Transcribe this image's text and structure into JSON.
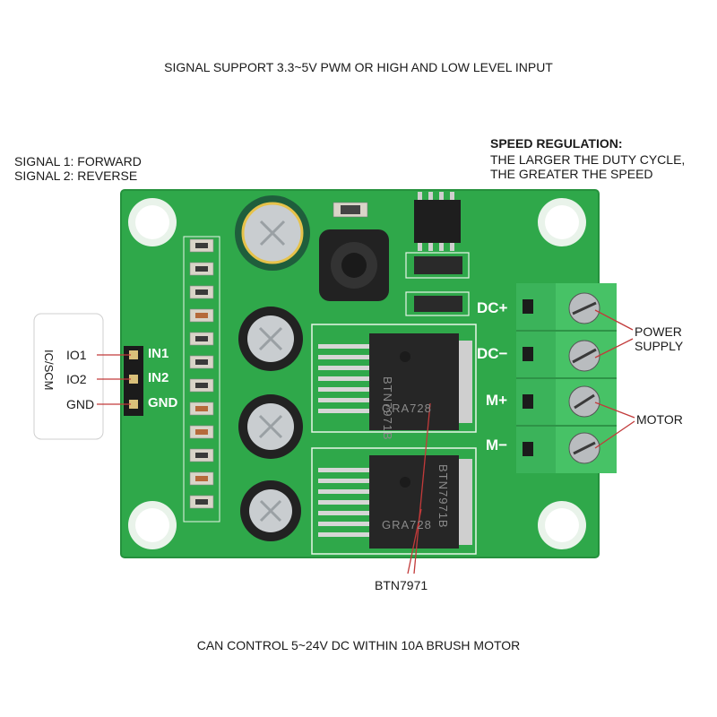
{
  "header": {
    "signal_support": "SIGNAL SUPPORT 3.3~5V PWM OR HIGH AND LOW LEVEL INPUT"
  },
  "signals": {
    "line1": "SIGNAL 1:   FORWARD",
    "line2": "SIGNAL 2: REVERSE"
  },
  "speed": {
    "title": "SPEED REGULATION:",
    "line1": "THE LARGER THE DUTY CYCLE,",
    "line2": "THE GREATER THE SPEED"
  },
  "controller": {
    "box_label": "IC/SCM",
    "io1": "IO1",
    "io2": "IO2",
    "gnd": "GND"
  },
  "board": {
    "pin_in1": "IN1",
    "pin_in2": "IN2",
    "pin_gnd": "GND",
    "term_dcp": "DC+",
    "term_dcm": "DC−",
    "term_mp": "M+",
    "term_mm": "M−",
    "chip1_text_a": "BTN7971B",
    "chip1_text_b": "GRA728",
    "chip2_text_a": "BTN7971B",
    "chip2_text_b": "GRA728"
  },
  "callouts": {
    "power_supply_1": "POWER",
    "power_supply_2": "SUPPLY",
    "motor": "MOTOR",
    "chip": "BTN7971"
  },
  "footer": {
    "capability": "CAN CONTROL 5~24V DC WITHIN 10A BRUSH MOTOR"
  },
  "colors": {
    "pcb": "#2fa84a",
    "pcb_dark": "#1f8a36",
    "terminal": "#3bb35a",
    "callout_line": "#c23a3a",
    "chip": "#2b2b2b"
  }
}
